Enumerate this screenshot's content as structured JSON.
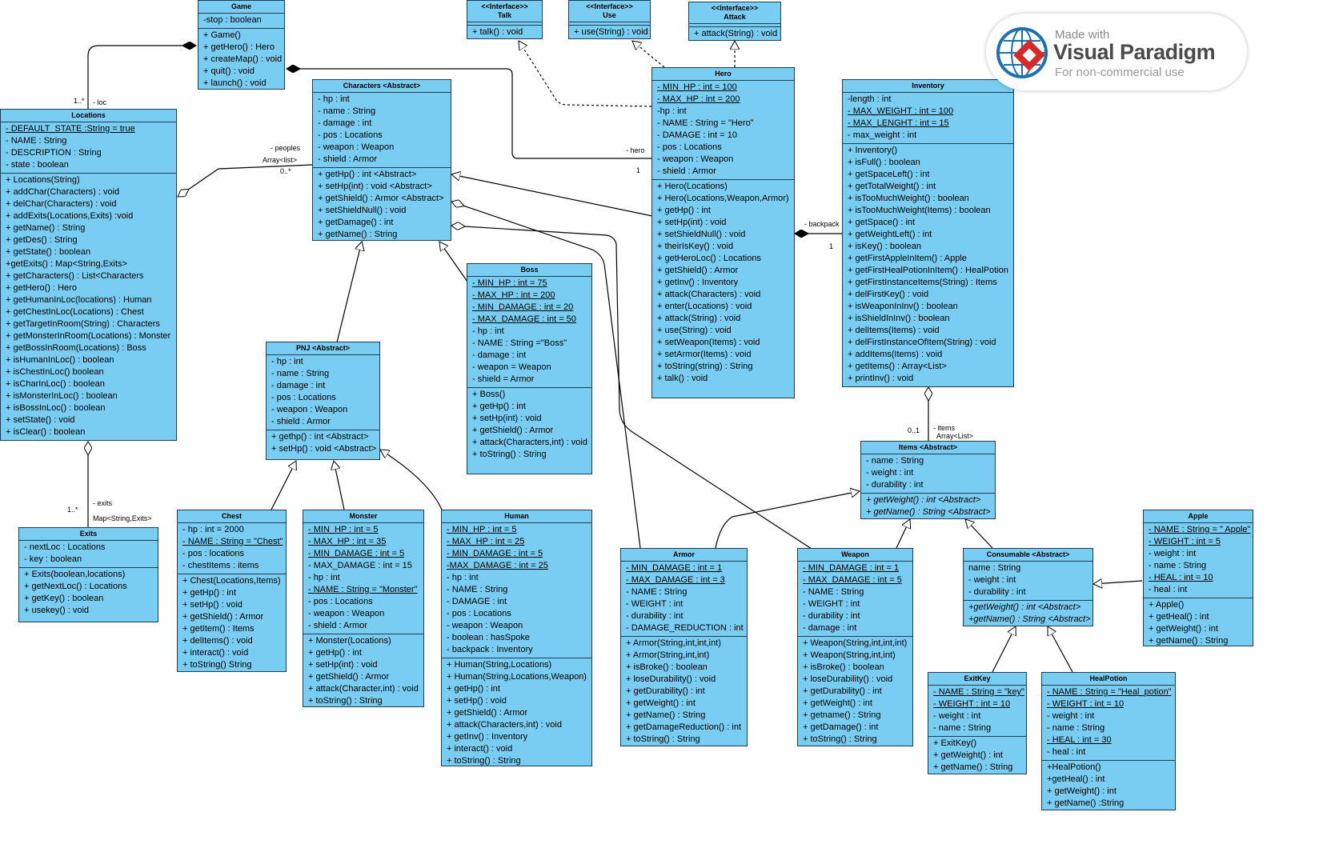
{
  "classes": {
    "game": {
      "title": "Game",
      "attrs": [
        {
          "t": "-stop : boolean"
        }
      ],
      "ops": [
        {
          "t": "+ Game()"
        },
        {
          "t": "+ getHero() : Hero"
        },
        {
          "t": "+ createMap() : void"
        },
        {
          "t": "+ quit() : void"
        },
        {
          "t": "+ launch()  :  void"
        }
      ]
    },
    "talk": {
      "stereo": "<<Interface>>",
      "title": "Talk",
      "attrs": [],
      "ops": [
        {
          "t": "+ talk() : void"
        }
      ]
    },
    "use": {
      "stereo": "<<Interface>>",
      "title": "Use",
      "attrs": [],
      "ops": [
        {
          "t": "+ use(String) : void"
        }
      ]
    },
    "attack": {
      "stereo": "<<Interface>>",
      "title": "Attack",
      "attrs": [],
      "ops": [
        {
          "t": "+ attack(String) : void"
        }
      ]
    },
    "locations": {
      "title": "Locations",
      "attrs": [
        {
          "t": "- DEFAULT_STATE :String = true",
          "u": true
        },
        {
          "t": "- NAME : String"
        },
        {
          "t": "- DESCRIPTION : String"
        },
        {
          "t": "- state : boolean"
        }
      ],
      "ops": [
        {
          "t": "+ Locations(String)"
        },
        {
          "t": "+ addChar(Characters) : void"
        },
        {
          "t": "+ delChar(Characters) : void"
        },
        {
          "t": "+ addExits(Locations,Exits) :void"
        },
        {
          "t": "+ getName() : String"
        },
        {
          "t": "+ getDes() : String"
        },
        {
          "t": "+ getState() : boolean"
        },
        {
          "t": "+getExits() : Map<String,Exits>"
        },
        {
          "t": "+ getCharacters() : List<Characters"
        },
        {
          "t": "+ getHero() : Hero"
        },
        {
          "t": "+ getHumanInLoc(locations) : Human"
        },
        {
          "t": "+ getChestInLoc(Locations) : Chest"
        },
        {
          "t": "+ getTargetInRoom(String) : Characters"
        },
        {
          "t": "+ getMonsterInRoom(Locations) : Monster"
        },
        {
          "t": "+ getBossInRoom(Locations) : Boss"
        },
        {
          "t": "+ isHumanInLoc() : boolean"
        },
        {
          "t": "+ isChestInLoc() boolean"
        },
        {
          "t": "+ isCharInLoc() : boolean"
        },
        {
          "t": "+ isMonsterInLoc() : boolean"
        },
        {
          "t": "+ isBossInLoc() : boolean"
        },
        {
          "t": "+ setState() : void"
        },
        {
          "t": "+ isClear() : boolean"
        }
      ]
    },
    "characters": {
      "title": "Characters <Abstract>",
      "attrs": [
        {
          "t": "- hp : int"
        },
        {
          "t": "- name : String"
        },
        {
          "t": "- damage : int"
        },
        {
          "t": "- pos : Locations"
        },
        {
          "t": "- weapon : Weapon"
        },
        {
          "t": "- shield : Armor"
        }
      ],
      "ops": [
        {
          "t": "+ getHp() : int <Abstract>"
        },
        {
          "t": "+ setHp(int) : void <Abstract>"
        },
        {
          "t": "+ getShield() : Armor <Abstract>"
        },
        {
          "t": "+ setShieldNull() : void"
        },
        {
          "t": "+ getDamage() : int"
        },
        {
          "t": "+ getName() : String"
        }
      ]
    },
    "hero": {
      "title": "Hero",
      "attrs": [
        {
          "t": "- MIN_HP : int = 100",
          "u": true
        },
        {
          "t": "- MAX_HP : int = 200",
          "u": true
        },
        {
          "t": "-hp : int"
        },
        {
          "t": "- NAME : String = \"Hero\""
        },
        {
          "t": "- DAMAGE : int = 10"
        },
        {
          "t": "- pos : Locations"
        },
        {
          "t": "- weapon : Weapon"
        },
        {
          "t": "- shield : Armor"
        }
      ],
      "ops": [
        {
          "t": "+ Hero(Locations)"
        },
        {
          "t": "+ Hero(Locations,Weapon,Armor)"
        },
        {
          "t": "+ getHp() : int"
        },
        {
          "t": "+ setHp(int) : void"
        },
        {
          "t": "+ setShieldNull() : void"
        },
        {
          "t": "+ theirIsKey() : void"
        },
        {
          "t": "+ getHeroLoc() : Locations"
        },
        {
          "t": "+ getShield() : Armor"
        },
        {
          "t": "+ getInv() : Inventory"
        },
        {
          "t": "+ attack(Characters) : void"
        },
        {
          "t": "+ enter(Locations) : void"
        },
        {
          "t": "+ attack(String) : void"
        },
        {
          "t": "+ use(String) : void"
        },
        {
          "t": "+ setWeapon(Items) : void"
        },
        {
          "t": "+ setArmor(Items) : void"
        },
        {
          "t": "+ toString(string) : String"
        },
        {
          "t": "+ talk() : void"
        }
      ]
    },
    "inventory": {
      "title": "Inventory",
      "attrs": [
        {
          "t": "-length : int"
        },
        {
          "t": "- MAX_WEIGHT : int = 100",
          "u": true
        },
        {
          "t": "- MAX_LENGHT : int = 15",
          "u": true
        },
        {
          "t": "- max_weight : int"
        }
      ],
      "ops": [
        {
          "t": "+ Inventory()"
        },
        {
          "t": "+ isFull() : boolean"
        },
        {
          "t": "+ getSpaceLeft() : int"
        },
        {
          "t": "+ getTotalWeight() : int"
        },
        {
          "t": "+ isTooMuchWeight() : boolean"
        },
        {
          "t": "+ isTooMuchWeight(Items) : boolean"
        },
        {
          "t": "+ getSpace() : int"
        },
        {
          "t": "+ getWeightLeft() : int"
        },
        {
          "t": "+ isKey() : boolean"
        },
        {
          "t": "+ getFirstAppleInItem() : Apple"
        },
        {
          "t": "+ getFirstHealPotionInItem() : HealPotion"
        },
        {
          "t": "+ getFirstInstanceItems(String) : Items"
        },
        {
          "t": "+ delFirstKey() : void"
        },
        {
          "t": "+ isWeaponInInv() : boolean"
        },
        {
          "t": "+ isShieldInInv() : boolean"
        },
        {
          "t": "+ delItems(Items) : void"
        },
        {
          "t": "+ delFirstInstanceOfItem(String) : void"
        },
        {
          "t": "+ addItems(Items) :  void"
        },
        {
          "t": "+ getItems() : Array<List>"
        },
        {
          "t": "+ printInv() : void"
        }
      ]
    },
    "pnj": {
      "title": "PNJ <Abstract>",
      "attrs": [
        {
          "t": "- hp : int"
        },
        {
          "t": "- name : String"
        },
        {
          "t": "- damage : int"
        },
        {
          "t": "- pos : Locations"
        },
        {
          "t": "- weapon : Weapon"
        },
        {
          "t": "- shield : Armor"
        }
      ],
      "ops": [
        {
          "t": "+ gethp() : int <Abstract>"
        },
        {
          "t": "+ setHp() : void <Abstract>"
        }
      ]
    },
    "boss": {
      "title": "Boss",
      "attrs": [
        {
          "t": "- MIN_HP : int = 75",
          "u": true
        },
        {
          "t": "- MAX_HP : int = 200",
          "u": true
        },
        {
          "t": "- MIN_DAMAGE : int = 20",
          "u": true
        },
        {
          "t": "- MAX_DAMAGE : int = 50",
          "u": true
        },
        {
          "t": "- hp : int"
        },
        {
          "t": "- NAME : String =\"Boss\""
        },
        {
          "t": "- damage : int"
        },
        {
          "t": "- weapon = Weapon"
        },
        {
          "t": "- shield = Armor"
        }
      ],
      "ops": [
        {
          "t": "+ Boss()"
        },
        {
          "t": "+ getHp() : int"
        },
        {
          "t": "+ setHp(int) : void"
        },
        {
          "t": "+ getShield() : Armor"
        },
        {
          "t": "+ attack(Characters,int) : void"
        },
        {
          "t": "+ toString() : String"
        }
      ]
    },
    "exits": {
      "title": "Exits",
      "attrs": [
        {
          "t": "- nextLoc : Locations"
        },
        {
          "t": "- key : boolean"
        }
      ],
      "ops": [
        {
          "t": "+ Exits(boolean,locations)"
        },
        {
          "t": "+ getNextLoc() : Locations"
        },
        {
          "t": "+ getKey() : boolean"
        },
        {
          "t": "+ usekey() : void"
        }
      ]
    },
    "chest": {
      "title": "Chest",
      "attrs": [
        {
          "t": "- hp : int = 2000"
        },
        {
          "t": "- NAME : String = \"Chest\"",
          "u": true
        },
        {
          "t": "- pos : locations"
        },
        {
          "t": "- chestItems : items"
        }
      ],
      "ops": [
        {
          "t": "+ Chest(Locations,Items)"
        },
        {
          "t": "+ getHp() : int"
        },
        {
          "t": "+ setHp() : void"
        },
        {
          "t": "+ getShield() : Armor"
        },
        {
          "t": "+ getItem() : Items"
        },
        {
          "t": "+ delItems() : void"
        },
        {
          "t": "+ interact() : void"
        },
        {
          "t": "+ toString() String"
        }
      ]
    },
    "monster": {
      "title": "Monster",
      "attrs": [
        {
          "t": "- MIN_HP : int = 5",
          "u": true
        },
        {
          "t": "- MAX_HP : int = 35",
          "u": true
        },
        {
          "t": "- MIN_DAMAGE : int = 5",
          "u": true
        },
        {
          "t": "- MAX_DAMAGE : int = 15"
        },
        {
          "t": "- hp : int"
        },
        {
          "t": "- NAME : String = \"Monster\"",
          "u": true
        },
        {
          "t": "- pos : Locations"
        },
        {
          "t": "- weapon : Weapon"
        },
        {
          "t": "- shield : Armor"
        }
      ],
      "ops": [
        {
          "t": "+ Monster(Locations)"
        },
        {
          "t": "+ getHp() : int"
        },
        {
          "t": "+ setHp(int) : void"
        },
        {
          "t": "+ getShield() : Armor"
        },
        {
          "t": "+ attack(Character,int) : void"
        },
        {
          "t": "+ toString() : String"
        }
      ]
    },
    "human": {
      "title": "Human",
      "attrs": [
        {
          "t": "- MIN_HP : int = 5",
          "u": true
        },
        {
          "t": "- MAX_HP : int = 25",
          "u": true
        },
        {
          "t": "- MIN_DAMAGE : int = 5",
          "u": true
        },
        {
          "t": "-MAX_DAMAGE : int = 25",
          "u": true
        },
        {
          "t": "- hp : int"
        },
        {
          "t": "- NAME : String"
        },
        {
          "t": "- DAMAGE : int"
        },
        {
          "t": "- pos : Locations"
        },
        {
          "t": "- weapon : Weapon"
        },
        {
          "t": "- boolean  :  hasSpoke"
        },
        {
          "t": "- backpack : Inventory"
        }
      ],
      "ops": [
        {
          "t": "+ Human(String,Locations)"
        },
        {
          "t": "+ Human(String,Locations,Weapon)"
        },
        {
          "t": "+ getHp() : int"
        },
        {
          "t": "+ setHp() : void"
        },
        {
          "t": "+ getShield() : Armor"
        },
        {
          "t": "+ attack(Characters,int) : void"
        },
        {
          "t": "+ getInv() : Inventory"
        },
        {
          "t": "+ interact() : void"
        },
        {
          "t": "+ toString() : String"
        }
      ]
    },
    "armor": {
      "title": "Armor",
      "attrs": [
        {
          "t": "- MIN_DAMAGE : int = 1",
          "u": true
        },
        {
          "t": "- MAX_DAMAGE : int = 3",
          "u": true
        },
        {
          "t": "- NAME : String"
        },
        {
          "t": "- WEIGHT : int"
        },
        {
          "t": "- durability : int"
        },
        {
          "t": "- DAMAGE_REDUCTION : int"
        }
      ],
      "ops": [
        {
          "t": "+ Armor(String,int,int,int)"
        },
        {
          "t": "+ Armor(String,int,int)"
        },
        {
          "t": "+ isBroke() : boolean"
        },
        {
          "t": "+ loseDurability() : void"
        },
        {
          "t": "+ getDurability() : int"
        },
        {
          "t": "+ getWeight() : int"
        },
        {
          "t": "+ getName() : String"
        },
        {
          "t": "+ getDamageReduction() : int"
        },
        {
          "t": "+ toString() : String"
        }
      ]
    },
    "weapon": {
      "title": "Weapon",
      "attrs": [
        {
          "t": "- MIN_DAMAGE : int = 1",
          "u": true
        },
        {
          "t": "- MAX_DAMAGE : int = 5",
          "u": true
        },
        {
          "t": "- NAME : String"
        },
        {
          "t": "- WEIGHT : int"
        },
        {
          "t": "- durability : int"
        },
        {
          "t": "- damage : int"
        }
      ],
      "ops": [
        {
          "t": "+ Weapon(String,int,int,int)"
        },
        {
          "t": "+ Weapon(String,int,int)"
        },
        {
          "t": "+ isBroke() : boolean"
        },
        {
          "t": "+ loseDurability() : void"
        },
        {
          "t": "+ getDurability() : int"
        },
        {
          "t": "+ getWeight() : int"
        },
        {
          "t": "+ getname() : String"
        },
        {
          "t": "+ getDamage() : int"
        },
        {
          "t": "+ toString() : String"
        }
      ]
    },
    "items": {
      "title": "Items <Abstract>",
      "attrs": [
        {
          "t": "- name : String"
        },
        {
          "t": "- weight : int"
        },
        {
          "t": "- durability : int"
        }
      ],
      "ops": [
        {
          "t": "+ getWeight() : int <Abstract>",
          "i": true
        },
        {
          "t": "+ getName() : String <Abstract>",
          "i": true
        }
      ]
    },
    "consumable": {
      "title": "Consumable <Abstract>",
      "attrs": [
        {
          "t": "name : String"
        },
        {
          "t": "- weight : int"
        },
        {
          "t": "- durability : int"
        }
      ],
      "ops": [
        {
          "t": "+getWeight() : int <Abstract>",
          "i": true
        },
        {
          "t": "+getName() : String <Abstract>",
          "i": true
        }
      ]
    },
    "apple": {
      "title": "Apple",
      "attrs": [
        {
          "t": "- NAME : String = \" Apple\"",
          "u": true
        },
        {
          "t": "- WEIGHT : int = 5",
          "u": true
        },
        {
          "t": "- weight : int"
        },
        {
          "t": "- name : String"
        },
        {
          "t": "- HEAL : int = 10",
          "u": true
        },
        {
          "t": "- heal : int"
        }
      ],
      "ops": [
        {
          "t": "+ Apple()"
        },
        {
          "t": "+ getHeal() : int"
        },
        {
          "t": "+ getWeight() : int"
        },
        {
          "t": "+ getName() : String"
        }
      ]
    },
    "exitkey": {
      "title": "ExitKey",
      "attrs": [
        {
          "t": "- NAME : String = \"key\"",
          "u": true
        },
        {
          "t": "- WEIGHT : int = 10",
          "u": true
        },
        {
          "t": "- weight : int"
        },
        {
          "t": "- name : String"
        }
      ],
      "ops": [
        {
          "t": "+ ExitKey()"
        },
        {
          "t": "+ getWeight() : int"
        },
        {
          "t": "+ getName() : String"
        }
      ]
    },
    "healpotion": {
      "title": "HealPotion",
      "attrs": [
        {
          "t": "- NAME : String = \"Heal_potion\"",
          "u": true
        },
        {
          "t": "- WEIGHT : int = 10",
          "u": true
        },
        {
          "t": "- weight : int"
        },
        {
          "t": "- name : String"
        },
        {
          "t": "- HEAL : int  = 30",
          "u": true
        },
        {
          "t": "- heal : int"
        }
      ],
      "ops": [
        {
          "t": "+HealPotion()"
        },
        {
          "t": "+getHeal() : int"
        },
        {
          "t": "+ getWeight() : int"
        },
        {
          "t": "+ getName()  :String"
        }
      ]
    }
  },
  "labels": {
    "loc_mult": "1..*",
    "loc_role": "- loc",
    "peoples_role": "- peoples",
    "peoples_type": "Array<list>",
    "peoples_mult": "0..*",
    "hero_role": "- hero",
    "hero_mult": "1",
    "backpack_role": "- backpack",
    "backpack_mult": "1",
    "items_mult": "0..1",
    "items_role": "- items",
    "items_type": "Array<List>",
    "exits_mult": "1..*",
    "exits_role": "- exits",
    "exits_type": "Map<String,Exits>"
  },
  "watermark": {
    "made": "Made with",
    "brand": "Visual Paradigm",
    "note": "For non-commercial use"
  }
}
